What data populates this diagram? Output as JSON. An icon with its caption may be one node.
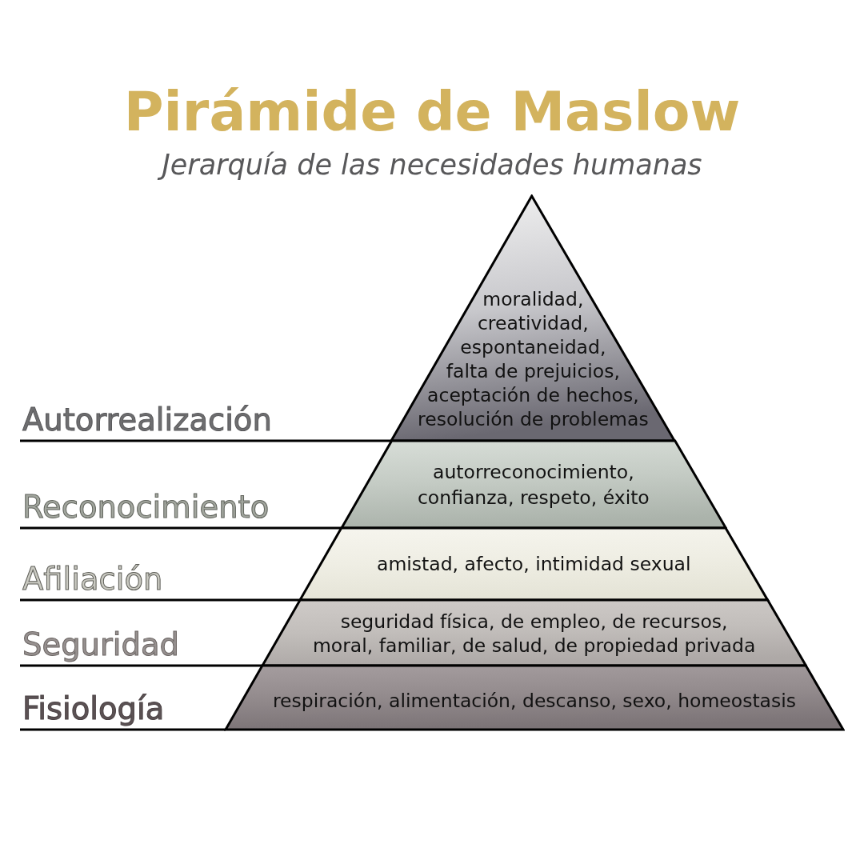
{
  "diagram": {
    "title": "Pirámide de Maslow",
    "nodes": [
      {
        "text": [
          "moralidad, creatividad, espontaneidad, falta de prejuicios, aceptación de hechos, resolución de problemas"
        ]
      },
      {
        "text": [
          "autorreconocimiento, confianza, respeto, éxito"
        ]
      },
      {
        "text": [
          "amistad, afecto, intimidad sexual"
        ]
      },
      {
        "text": [
          "seguridad física, de empleo, de recursos, moral, familiar, de salud, de propiedad privada"
        ]
      },
      {
        "text": [
          "respiración, alimentación, descanso, sexo, homeostasis"
        ]
      }
    ],
    "labels": [
      "Jerarquía de las necesidades humanas",
      "Autorrealización",
      "Reconocimiento",
      "Afiliación",
      "Seguridad",
      "Fisiología"
    ]
  }
}
